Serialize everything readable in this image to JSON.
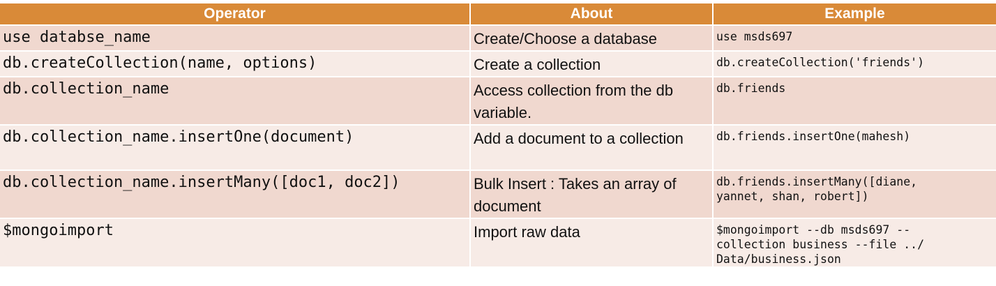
{
  "headers": {
    "operator": "Operator",
    "about": "About",
    "example": "Example"
  },
  "rows": [
    {
      "operator": "use databse_name",
      "about": "Create/Choose a database",
      "example": "use msds697"
    },
    {
      "operator": "db.createCollection(name, options)",
      "about": "Create a collection",
      "example": "db.createCollection('friends')"
    },
    {
      "operator": "db.collection_name",
      "about": "Access collection from the db variable.",
      "example": "db.friends"
    },
    {
      "operator": "db.collection_name.insertOne(document)",
      "about": "Add a document to a collection",
      "example": "db.friends.insertOne(mahesh)"
    },
    {
      "operator": "db.collection_name.insertMany([doc1, doc2])",
      "about": "Bulk Insert : Takes an array of document",
      "example": "db.friends.insertMany([diane,\nyannet, shan, robert])"
    },
    {
      "operator": "$mongoimport",
      "about": "Import raw data",
      "example": "$mongoimport --db msds697 --\ncollection business --file ../\nData/business.json"
    }
  ],
  "colors": {
    "header_bg": "#d98a38",
    "row_odd_bg": "#f0d8cf",
    "row_even_bg": "#f7ebe6"
  }
}
